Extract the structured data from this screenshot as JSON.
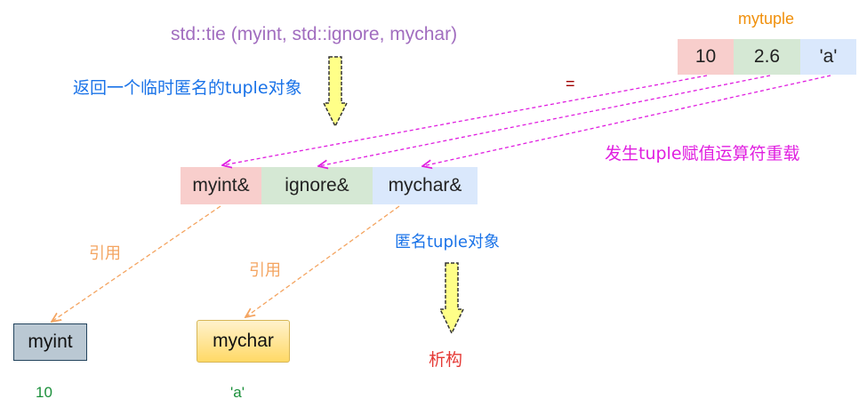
{
  "expression": "std::tie (myint, std::ignore, mychar)",
  "returns_temp_label": "返回一个临时匿名的tuple对象",
  "mytuple": {
    "label": "mytuple",
    "cells": [
      "10",
      "2.6",
      "'a'"
    ]
  },
  "assign_symbol": "=",
  "overload_label": "发生tuple赋值运算符重载",
  "refs_tuple": {
    "cells": [
      "myint&",
      "ignore&",
      "mychar&"
    ]
  },
  "ref_label_1": "引用",
  "ref_label_2": "引用",
  "anon_tuple_label": "匿名tuple对象",
  "destruct_label": "析构",
  "vars": [
    {
      "name": "myint",
      "value": "10"
    },
    {
      "name": "mychar",
      "value": "'a'"
    }
  ],
  "colors": {
    "purple": "#a16dbf",
    "blue": "#1a73e8",
    "orange": "#f0900c",
    "magenta": "#e01ee0",
    "pink_cell": "#f8cecc",
    "green_cell": "#d5e8d4",
    "blue_cell": "#dae8fc",
    "red": "#e53935",
    "green_text": "#1a8f3a",
    "ref_orange": "#f4a460",
    "arrow_yellow": "#ffff88"
  }
}
